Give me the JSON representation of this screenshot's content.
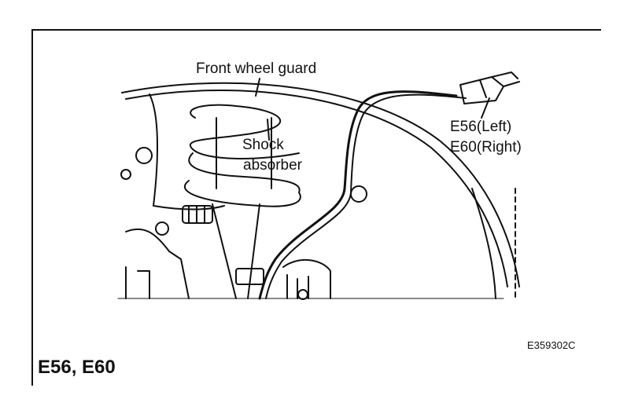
{
  "labels": {
    "front_wheel_guard": "Front wheel guard",
    "shock_line1": "Shock",
    "shock_line2": "absorber",
    "left_connector": "E56(Left)",
    "right_connector": "E60(Right)"
  },
  "figure_code": "E359302C",
  "connector_title": "E56, E60",
  "colors": {
    "ink": "#111111",
    "background": "#ffffff"
  }
}
